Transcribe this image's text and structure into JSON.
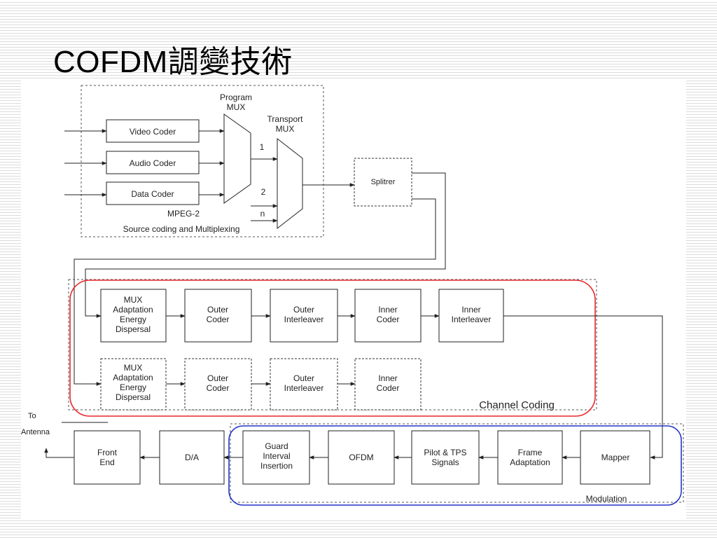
{
  "slide": {
    "title": "COFDM調變技術"
  },
  "source_section": {
    "inputs": {
      "video_coder": "Video Coder",
      "audio_coder": "Audio Coder",
      "data_coder": "Data Coder"
    },
    "program_mux": [
      "Program",
      "MUX"
    ],
    "transport_mux": [
      "Transport",
      "MUX"
    ],
    "transport_inputs": {
      "one": "1",
      "two": "2",
      "n": "n"
    },
    "mpeg_label": "MPEG-2",
    "section_label": "Source coding and Multiplexing",
    "splitter": "Splitrer"
  },
  "channel_coding": {
    "label": "Channel Coding",
    "row1": [
      [
        "MUX",
        "Adaptation",
        "Energy",
        "Dispersal"
      ],
      [
        "Outer",
        "Coder"
      ],
      [
        "Outer",
        "Interleaver"
      ],
      [
        "Inner",
        "Coder"
      ],
      [
        "Inner",
        "Interleaver"
      ]
    ],
    "row2": [
      [
        "MUX",
        "Adaptation",
        "Energy",
        "Dispersal"
      ],
      [
        "Outer",
        "Coder"
      ],
      [
        "Outer",
        "Interleaver"
      ],
      [
        "Inner",
        "Coder"
      ]
    ]
  },
  "modulation": {
    "label": "Modulation",
    "blocks": {
      "mapper": [
        "Mapper"
      ],
      "frame_adaptation": [
        "Frame",
        "Adaptation"
      ],
      "pilot_tps": [
        "Pilot & TPS",
        "Signals"
      ],
      "ofdm": [
        "OFDM"
      ],
      "guard_interval": [
        "Guard",
        "Interval",
        "Insertion"
      ]
    }
  },
  "output_chain": {
    "da": [
      "D/A"
    ],
    "front_end": [
      "Front",
      "End"
    ],
    "antenna_label": [
      "To",
      "Antenna"
    ]
  },
  "colors": {
    "channel_coding_outline": "#e8282b",
    "modulation_outline": "#2335c8",
    "line": "#333333",
    "dashed": "#555555"
  }
}
